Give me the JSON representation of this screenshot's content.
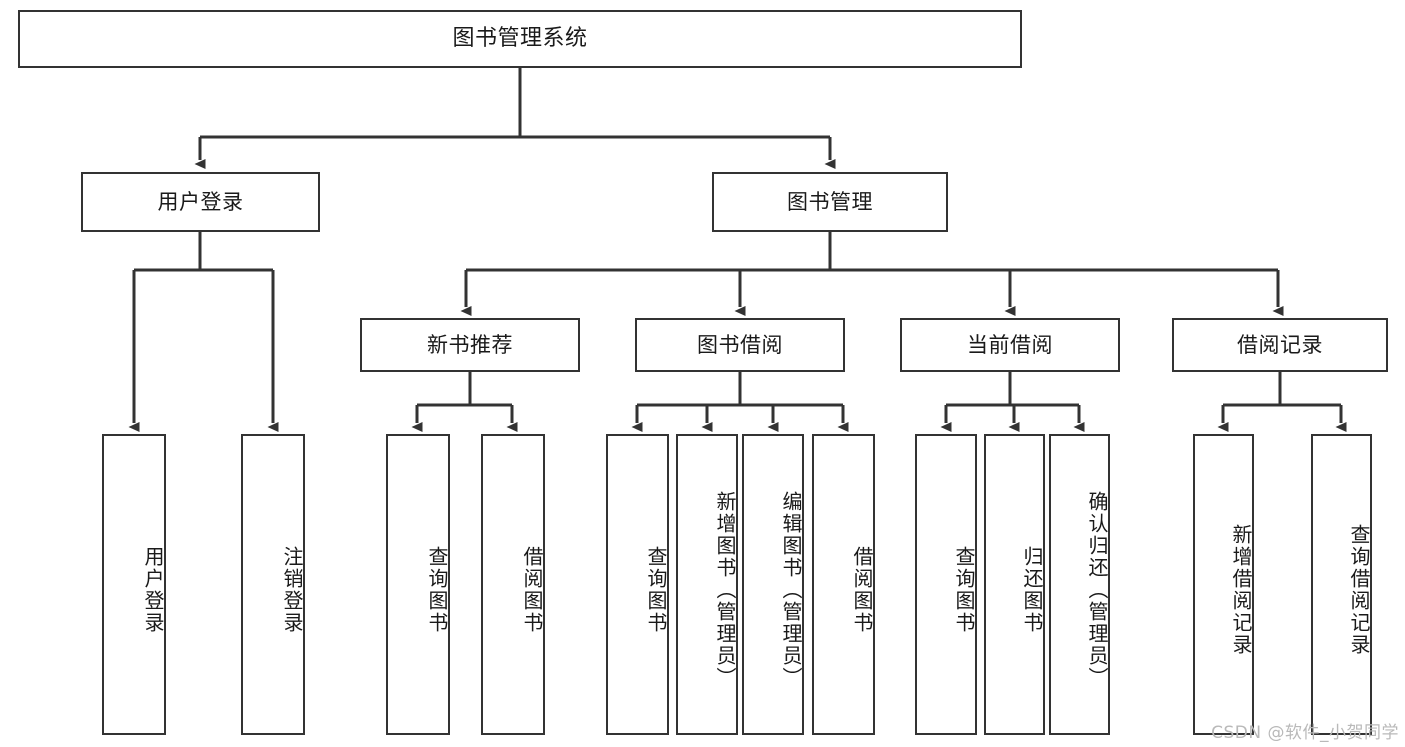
{
  "diagram": {
    "type": "tree",
    "title": "图书管理系统",
    "watermark": "CSDN @软件_小贺同学",
    "stroke_color": "#333333",
    "background_color": "#ffffff",
    "text_color": "#1a1a1a",
    "nodes": {
      "root": "图书管理系统",
      "user_login": "用户登录",
      "book_manage": "图书管理",
      "new_book_rec": "新书推荐",
      "book_borrow": "图书借阅",
      "current_borrow": "当前借阅",
      "borrow_record": "借阅记录",
      "leaf_user_login": "用户登录",
      "leaf_logout": "注销登录",
      "leaf_query_book_1": "查询图书",
      "leaf_borrow_book_1": "借阅图书",
      "leaf_query_book_2": "查询图书",
      "leaf_add_book": "新增图书（管理员）",
      "leaf_edit_book": "编辑图书（管理员）",
      "leaf_borrow_book_2": "借阅图书",
      "leaf_query_book_3": "查询图书",
      "leaf_return_book": "归还图书",
      "leaf_confirm_return": "确认归还（管理员）",
      "leaf_add_record": "新增借阅记录",
      "leaf_query_record": "查询借阅记录"
    },
    "edges": [
      {
        "from": "root",
        "to": "user_login"
      },
      {
        "from": "root",
        "to": "book_manage"
      },
      {
        "from": "user_login",
        "to": "leaf_user_login"
      },
      {
        "from": "user_login",
        "to": "leaf_logout"
      },
      {
        "from": "book_manage",
        "to": "new_book_rec"
      },
      {
        "from": "book_manage",
        "to": "book_borrow"
      },
      {
        "from": "book_manage",
        "to": "current_borrow"
      },
      {
        "from": "book_manage",
        "to": "borrow_record"
      },
      {
        "from": "new_book_rec",
        "to": "leaf_query_book_1"
      },
      {
        "from": "new_book_rec",
        "to": "leaf_borrow_book_1"
      },
      {
        "from": "book_borrow",
        "to": "leaf_query_book_2"
      },
      {
        "from": "book_borrow",
        "to": "leaf_add_book"
      },
      {
        "from": "book_borrow",
        "to": "leaf_edit_book"
      },
      {
        "from": "book_borrow",
        "to": "leaf_borrow_book_2"
      },
      {
        "from": "current_borrow",
        "to": "leaf_query_book_3"
      },
      {
        "from": "current_borrow",
        "to": "leaf_return_book"
      },
      {
        "from": "current_borrow",
        "to": "leaf_confirm_return"
      },
      {
        "from": "borrow_record",
        "to": "leaf_add_record"
      },
      {
        "from": "borrow_record",
        "to": "leaf_query_record"
      }
    ]
  }
}
